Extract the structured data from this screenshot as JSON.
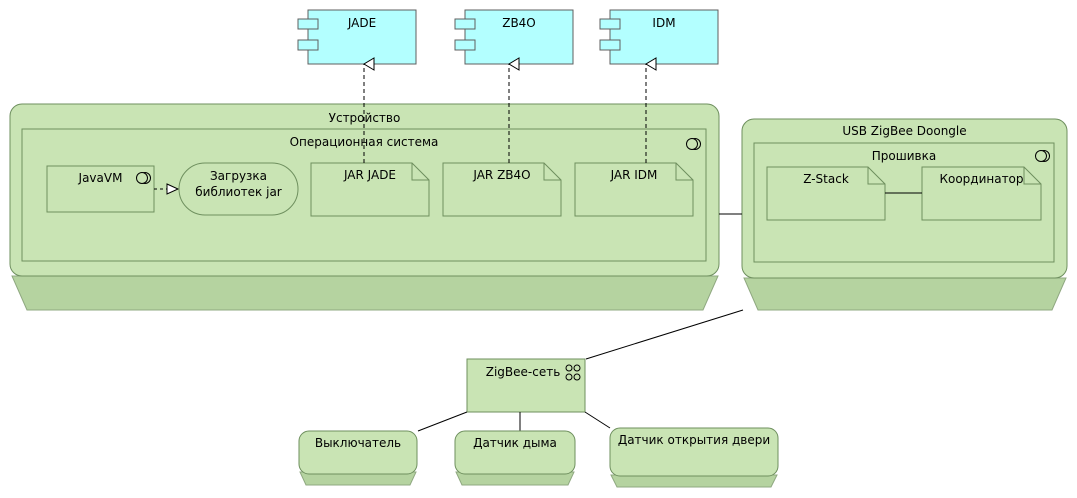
{
  "colors": {
    "component_fill": "#b3ffff",
    "node_fill": "#c9e4b4",
    "node_base": "#b5d3a0",
    "stroke": "#5f5f5f"
  },
  "components": [
    {
      "id": "jade",
      "label": "JADE"
    },
    {
      "id": "zb4o",
      "label": "ZB4O"
    },
    {
      "id": "idm",
      "label": "IDM"
    }
  ],
  "device": {
    "title": "Устройство",
    "os": {
      "title": "Операционная система",
      "javavm": "JavaVM",
      "load_process": "Загрузка\nбиблиотек jar",
      "artifacts": [
        "JAR JADE",
        "JAR ZB4O",
        "JAR IDM"
      ]
    }
  },
  "dongle": {
    "title": "USB ZigBee Doongle",
    "firmware": {
      "title": "Прошивка",
      "zstack": "Z-Stack",
      "coordinator": "Координатор"
    }
  },
  "network": {
    "label": "ZigBee-сеть"
  },
  "devices": [
    {
      "id": "switch",
      "label": "Выключатель"
    },
    {
      "id": "smoke",
      "label": "Датчик дыма"
    },
    {
      "id": "door",
      "label": "Датчик открытия двери"
    }
  ]
}
